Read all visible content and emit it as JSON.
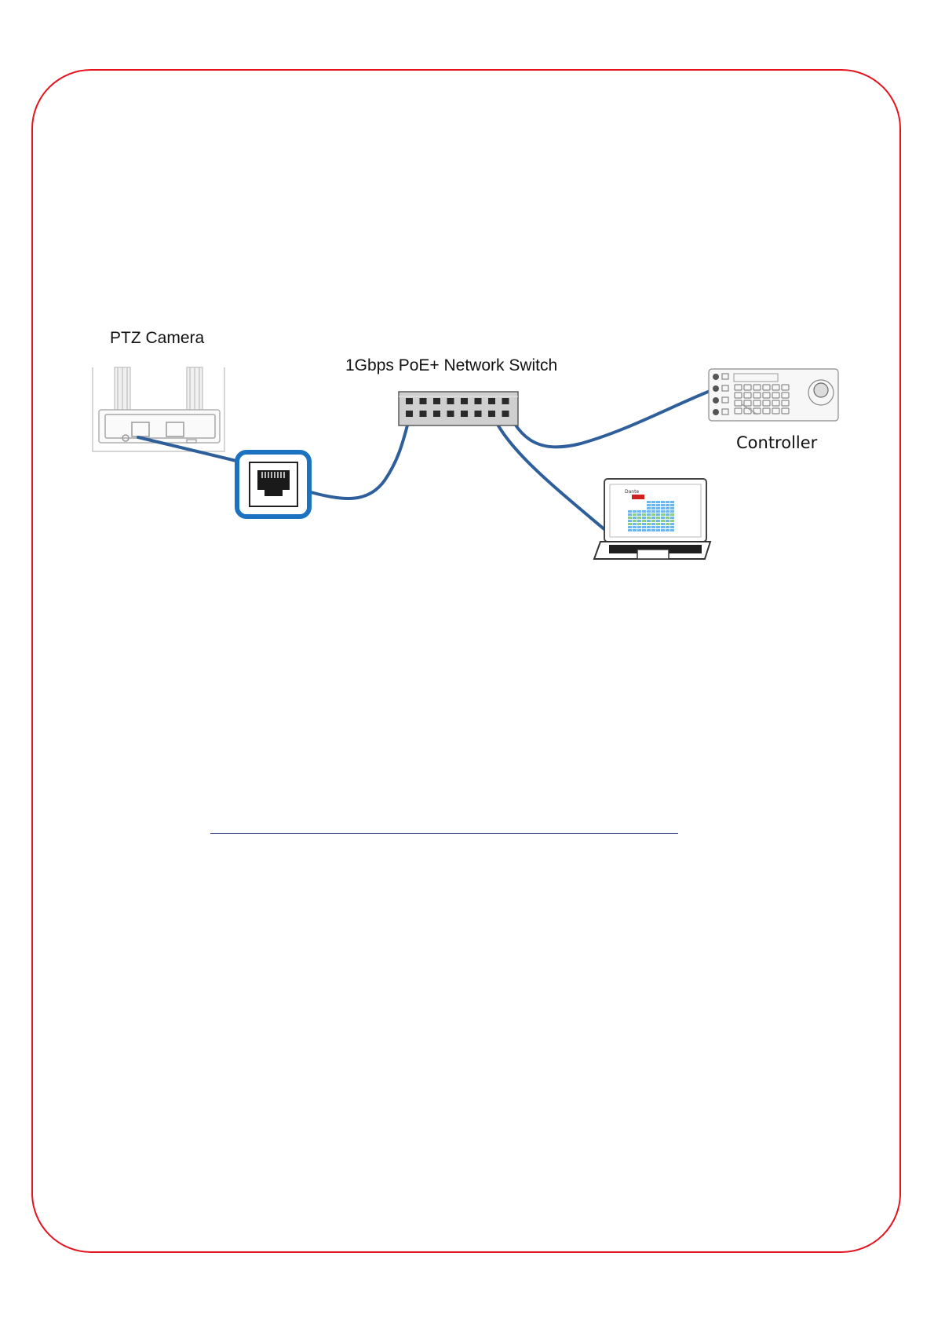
{
  "frame": {
    "border_color": "#e5131d"
  },
  "diagram": {
    "camera_label": "PTZ Camera",
    "switch_label": "1Gbps PoE+ Network Switch",
    "controller_label": "Controller",
    "cable_color": "#2f5f9a",
    "rj45_highlight_color": "#1b72c0",
    "laptop_screen_logo": "Dante",
    "devices": [
      {
        "name": "PTZ Camera",
        "icon": "ptz-camera-rear-icon"
      },
      {
        "name": "1Gbps PoE+ Network Switch",
        "icon": "network-switch-icon"
      },
      {
        "name": "Controller",
        "icon": "ptz-controller-keyboard-icon"
      },
      {
        "name": "Laptop",
        "icon": "laptop-icon"
      }
    ]
  }
}
